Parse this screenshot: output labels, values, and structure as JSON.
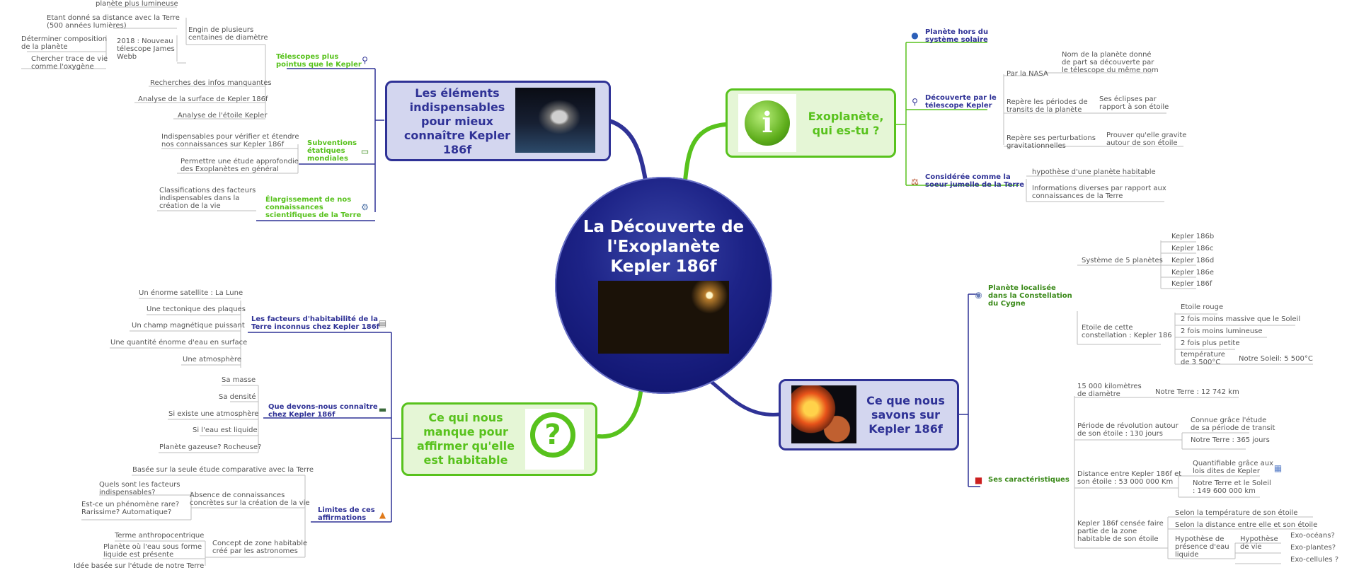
{
  "center": {
    "title": "La Découverte de\nl'Exoplanète\nKepler 186f",
    "image": "exoplanet-render"
  },
  "colors": {
    "navy": "#2f3296",
    "green": "#58c21d",
    "box_fill_blue": "#d3d6ef",
    "box_fill_green": "#e5f6d6"
  },
  "topics": {
    "elements": "Les éléments\nindispensables\npour mieux\nconnaître Kepler\n186f",
    "exoplanete": "Exoplanète,\nqui es-tu ?",
    "savons": "Ce que nous\nsavons sur\nKepler 186f",
    "manque": "Ce qui nous\nmanque pour\naffirmer qu'elle\nest habitable"
  },
  "b": {
    "telescopes": "Télescopes plus\npointus que le Kepler",
    "subventions": "Subventions\nétatiques\nmondiales",
    "elargissement": "Élargissement de nos\nconnaissances\nscientifiques de la Terre",
    "hors": "Planète hors du\nsystème solaire",
    "decouverte": "Découverte par le\ntélescope Kepler",
    "soeur": "Considérée comme la\nsoeur jumelle de la Terre",
    "localisee": "Planète localisée\ndans la Constellation\ndu Cygne",
    "caracteristiques": "Ses caractéristiques",
    "facteurs": "Les facteurs d'habitabilité de la\nTerre inconnus chez Kepler 186f",
    "devons": "Que devons-nous connaître\nchez Kepler 186f",
    "limites": "Limites de ces\naffirmations"
  },
  "l": {
    "perm": "Permettra de rendre la\nplanète plus lumineuse",
    "etant": "Etant donné sa distance avec la Terre\n(500 années lumières)",
    "engin": "Engin de plusieurs\ncentaines de diamètre",
    "determiner": "Déterminer composition\nde la planète",
    "webb": "2018 : Nouveau\ntélescope James\nWebb",
    "chercher": "Chercher trace de vie\ncomme l'oxygène",
    "recherches": "Recherches des infos manquantes",
    "analyse1": "Analyse de la surface de Kepler 186f",
    "analyse2": "Analyse de l'étoile Kepler",
    "indisp": "Indispensables pour vérifier et étendre\nnos connaissances sur Kepler 186f",
    "permettre": "Permettre une étude approfondie\ndes Exoplanètes en général",
    "classif": "Classifications des facteurs\nindispensables dans la\ncréation de la vie",
    "nom": "Nom de la planète donné\nde part sa découverte par\nle télescope du même nom",
    "nasa": "Par la NASA",
    "eclipses": "Ses éclipses par\nrapport à son étoile",
    "transits": "Repère les périodes de\ntransits de la planète",
    "gravite": "Prouver qu'elle gravite\nautour de son étoile",
    "perturb": "Repère ses perturbations\ngravitationnelles",
    "hypo": "hypothèse d'une planète habitable",
    "infos": "Informations diverses par rapport aux\nconnaissances de la Terre",
    "k186b": "Kepler 186b",
    "k186c": "Kepler 186c",
    "k186d": "Kepler 186d",
    "k186e": "Kepler 186e",
    "k186f": "Kepler 186f",
    "systeme": "Système de 5 planètes",
    "rouge": "Etoile rouge",
    "massive": "2 fois moins massive que le Soleil",
    "lumineuse": "2 fois moins lumineuse",
    "petite": "2 fois plus petite",
    "etoile186": "Etoile de cette\nconstellation : Kepler 186",
    "temp": "température\nde 3 500°C",
    "soleil5500": "Notre Soleil: 5 500°C",
    "diam": "15 000 kilomètres\nde diamètre",
    "terre12742": "Notre Terre : 12 742 km",
    "periode": "Période de révolution autour\nde son étoile : 130 jours",
    "connue": "Connue grâce l'étude\nde sa période de transit",
    "terre365": "Notre Terre : 365 jours",
    "distance": "Distance entre Kepler 186f et\nson étoile : 53 000 000 Km",
    "quantif": "Quantifiable grâce aux\nlois dites de Kepler",
    "terresoleil": "Notre Terre et le Soleil\n: 149 600 000 km",
    "censee": "Kepler 186f censée faire\npartie de la zone\nhabitable de son étoile",
    "selontemp": "Selon la température de son étoile",
    "selondist": "Selon la distance entre elle et son étoile",
    "hypopres": "Hypothèse de\nprésence d'eau\nliquide",
    "hypovie": "Hypothèse\nde vie",
    "oceans": "Exo-océans?",
    "plantes": "Exo-plantes?",
    "cellules": "Exo-cellules ?",
    "lune": "Un énorme satellite : La Lune",
    "tecto": "Une tectonique des plaques",
    "magn": "Un champ magnétique puissant",
    "eau": "Une quantité énorme d'eau en surface",
    "atmo": "Une atmosphère",
    "masse": "Sa masse",
    "densite": "Sa densité",
    "existe": "Si existe une atmosphère",
    "liquide": "Si l'eau est liquide",
    "gazeuse": "Planète gazeuse? Rocheuse?",
    "basee": "Basée sur la seule étude comparative avec la Terre",
    "quels": "Quels sont les facteurs\nindispensables?",
    "absence": "Absence de connaissances\nconcrètes sur la création de la vie",
    "rare": "Est-ce un phénomène rare?\nRarissime? Automatique?",
    "anthropo": "Terme anthropocentrique",
    "planeteeau": "Planète où l'eau sous forme\nliquide est présente",
    "zone": "Concept de zone habitable\ncréé par les astronomes",
    "idee": "Idée basée sur l'étude de notre Terre"
  }
}
